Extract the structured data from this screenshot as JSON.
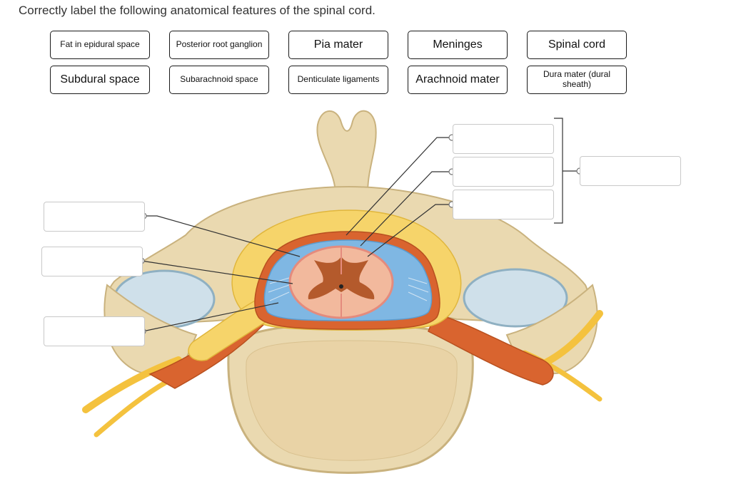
{
  "question": {
    "instruction": "Correctly label the following anatomical features of the spinal cord."
  },
  "label_bank": [
    {
      "text": "Fat in epidural space"
    },
    {
      "text": "Posterior root ganglion"
    },
    {
      "text": "Pia mater"
    },
    {
      "text": "Meninges"
    },
    {
      "text": "Spinal cord"
    },
    {
      "text": "Subdural space"
    },
    {
      "text": "Subarachnoid space"
    },
    {
      "text": "Denticulate ligaments"
    },
    {
      "text": "Arachnoid mater"
    },
    {
      "text": "Dura mater (dural sheath)"
    }
  ],
  "drop_targets": [
    {
      "side": "right",
      "value": ""
    },
    {
      "side": "right",
      "value": ""
    },
    {
      "side": "right",
      "value": ""
    },
    {
      "side": "far-right-bracket",
      "value": ""
    },
    {
      "side": "left",
      "value": ""
    },
    {
      "side": "left",
      "value": ""
    },
    {
      "side": "left",
      "value": ""
    }
  ],
  "colors": {
    "bone": "#ead9b0",
    "bone_shadow": "#c9b27e",
    "dura": "#d9642f",
    "fat": "#f6d46a",
    "csf": "#7fb7e3",
    "cord": "#f2b99d",
    "gray_matter": "#b45a2c",
    "nerve": "#f4c23e",
    "cartilage": "#cfe0ea"
  }
}
